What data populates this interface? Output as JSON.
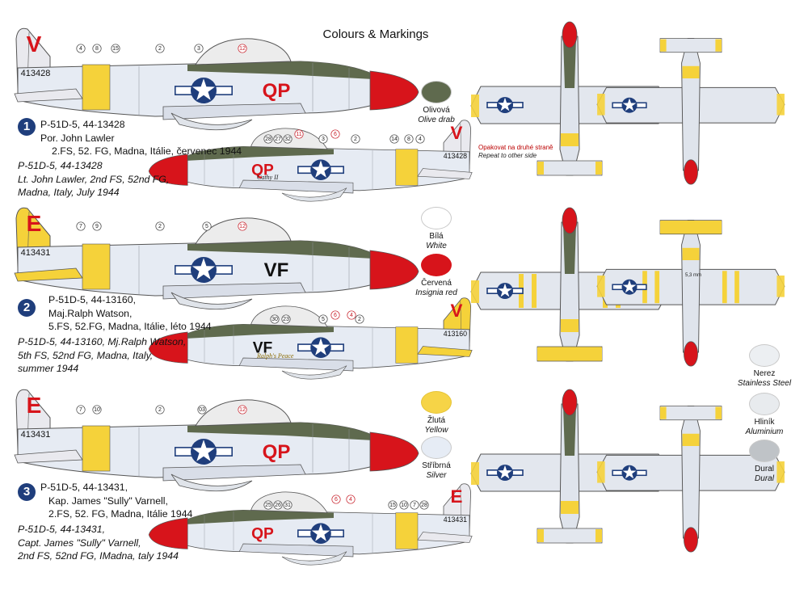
{
  "title": "Colours & Markings",
  "schemes": [
    {
      "number": "1",
      "lines": [
        "P-51D-5, 44-13428",
        "Por. John Lawler",
        "2.FS, 52. FG, Madna, Itálie, červenec 1944"
      ],
      "lines_en": [
        "P-51D-5, 44-13428",
        "Lt. John Lawler, 2nd FS, 52nd FG,",
        "Madna, Italy, July 1944"
      ],
      "tail_serial": "413428",
      "tail_letter": "V",
      "fuselage_code": "QP",
      "nose_art": "Cathy II",
      "tail_color": "#e9e9ee",
      "band_color": "#f5d23a"
    },
    {
      "number": "2",
      "lines": [
        "P-51D-5, 44-13160,",
        "Maj.Ralph Watson,",
        "5.FS, 52.FG, Madna, Itálie, léto 1944"
      ],
      "lines_en": [
        "P-51D-5, 44-13160, Mj.Ralph Watson,",
        "5th FS, 52nd FG, Madna, Italy,",
        "summer 1944"
      ],
      "tail_serial": "413431",
      "tail_serial_2": "413160",
      "tail_letter": "E",
      "tail_letter_2": "V",
      "fuselage_code": "VF",
      "nose_art": "Ralph's Peace",
      "tail_color": "#f5d23a",
      "band_color": "#f5d23a"
    },
    {
      "number": "3",
      "lines": [
        "P-51D-5, 44-13431,",
        "Kap. James \"Sully\" Varnell,",
        "2.FS, 52. FG, Madna, Itálie 1944"
      ],
      "lines_en": [
        "P-51D-5, 44-13431,",
        "Capt. James \"Sully\" Varnell,",
        "2nd FS, 52nd FG, IMadna, taly 1944"
      ],
      "tail_serial": "413431",
      "tail_letter": "E",
      "fuselage_code": "QP",
      "tail_color": "#e9e9ee",
      "band_color": "#f5d23a"
    }
  ],
  "swatches": [
    {
      "cz": "Olivová",
      "en": "Olive drab",
      "color": "#5f6a4e"
    },
    {
      "cz": "Bílá",
      "en": "White",
      "color": "#ffffff"
    },
    {
      "cz": "Červená",
      "en": "Insignia red",
      "color": "#d7141b"
    },
    {
      "cz": "Nerez",
      "en": "Stainless Steel",
      "color": "#eceff2"
    },
    {
      "cz": "Žlutá",
      "en": "Yellow",
      "color": "#f6d447"
    },
    {
      "cz": "Hliník",
      "en": "Aluminium",
      "color": "#e8ebee"
    },
    {
      "cz": "Stříbrná",
      "en": "Silver",
      "color": "#e6ecf5"
    },
    {
      "cz": "Dural",
      "en": "Dural",
      "color": "#bfc3c7"
    }
  ],
  "repeat_note": {
    "cz": "Opakovat na druhé straně",
    "en": "Repeat to other side"
  },
  "dimension_label": "5,3 mm",
  "colors": {
    "olive": "#5f6a4e",
    "red": "#d7141b",
    "yellow": "#f5d23a",
    "silver": "#e6ebf3",
    "navy": "#1f3e7c",
    "outline": "#555555"
  }
}
